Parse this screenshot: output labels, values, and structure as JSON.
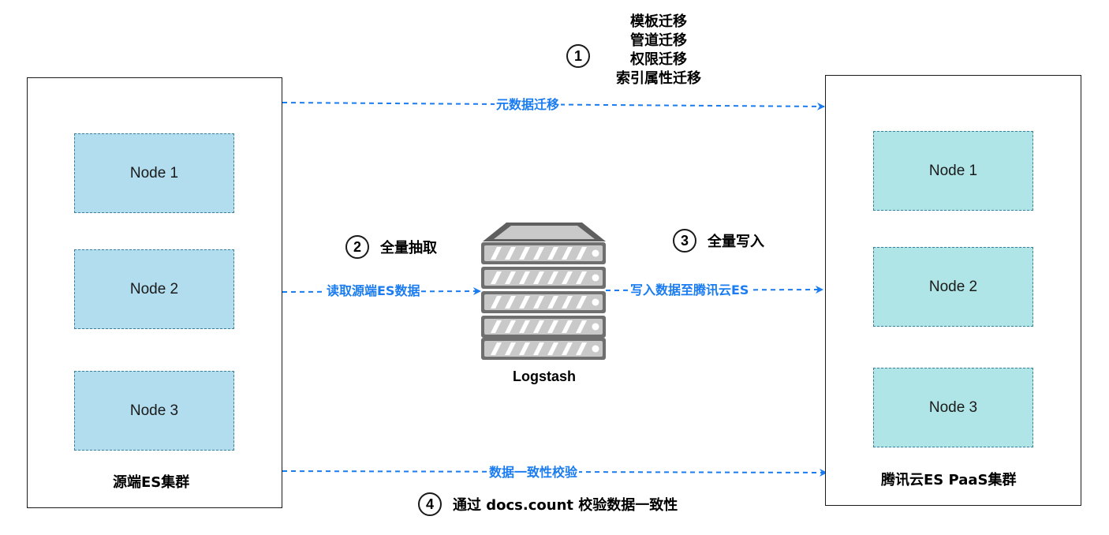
{
  "source_cluster": {
    "label": "源端ES集群",
    "nodes": [
      "Node 1",
      "Node 2",
      "Node 3"
    ]
  },
  "target_cluster": {
    "label": "腾讯云ES PaaS集群",
    "nodes": [
      "Node 1",
      "Node 2",
      "Node 3"
    ]
  },
  "logstash": {
    "label": "Logstash",
    "icon": "server-icon"
  },
  "steps": [
    {
      "number": "1",
      "items": [
        "模板迁移",
        "管道迁移",
        "权限迁移",
        "索引属性迁移"
      ],
      "flow_label": "元数据迁移"
    },
    {
      "number": "2",
      "title": "全量抽取",
      "flow_label": "读取源端ES数据"
    },
    {
      "number": "3",
      "title": "全量写入",
      "flow_label": "写入数据至腾讯云ES"
    },
    {
      "number": "4",
      "title": "通过 docs.count 校验数据一致性",
      "flow_label": "数据一致性校验"
    }
  ],
  "colors": {
    "arrow": "#1a7cf0",
    "source_node_fill": "#b2ddef",
    "target_node_fill": "#b0e5e8",
    "node_border": "#3d7f94",
    "server_body": "#6f6f6f",
    "server_face": "#c9c9c9"
  }
}
